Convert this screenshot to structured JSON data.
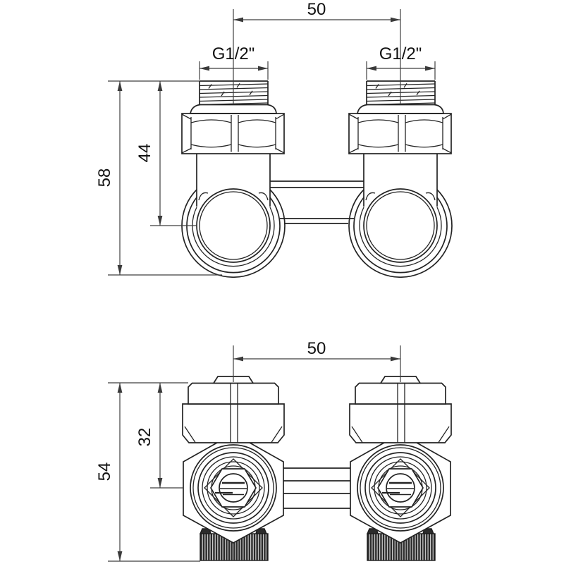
{
  "drawing": {
    "background": "#ffffff",
    "object_line_color": "#232323",
    "dimension_line_color": "#3f3f3f",
    "knurl_fill_color": "#2b2b2b",
    "views": {
      "top_view": {
        "dim_center_distance": "50",
        "dim_thread_left": "G1/2\"",
        "dim_thread_right": "G1/2\"",
        "dim_height_to_axis": "44",
        "dim_total_height": "58"
      },
      "bottom_view": {
        "dim_center_distance": "50",
        "dim_height_to_axis": "32",
        "dim_total_height": "54"
      }
    }
  }
}
